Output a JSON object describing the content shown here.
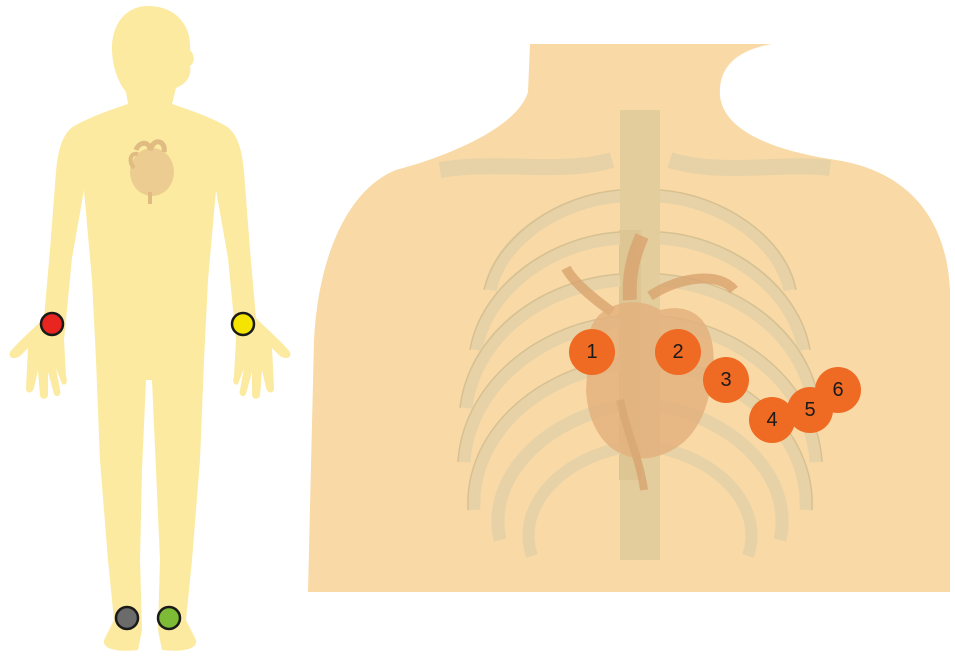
{
  "limb_electrodes": [
    {
      "id": "right-arm",
      "color": "#e8251f"
    },
    {
      "id": "left-arm",
      "color": "#f4e400"
    },
    {
      "id": "right-leg",
      "color": "#6b6b6b"
    },
    {
      "id": "left-leg",
      "color": "#7dba35"
    }
  ],
  "chest_electrodes": [
    {
      "id": "v1",
      "label": "1"
    },
    {
      "id": "v2",
      "label": "2"
    },
    {
      "id": "v3",
      "label": "3"
    },
    {
      "id": "v4",
      "label": "4"
    },
    {
      "id": "v5",
      "label": "5"
    },
    {
      "id": "v6",
      "label": "6"
    }
  ],
  "colors": {
    "body": "#fbeaa0",
    "torso_skin": "#f9d9a6",
    "bone": "#ecd9b0",
    "bone_line": "#d9c498",
    "heart": "#e9b98a",
    "chest_electrode": "#ef6a22"
  }
}
